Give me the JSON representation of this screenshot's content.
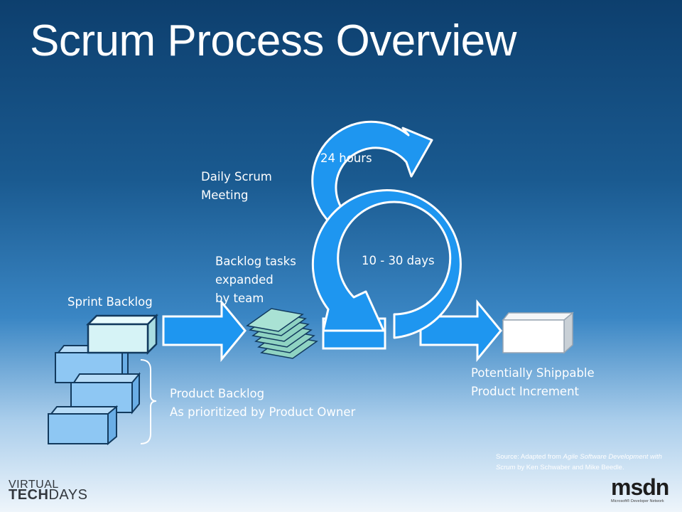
{
  "slide": {
    "title": "Scrum Process Overview"
  },
  "labels": {
    "daily_scrum": [
      "Daily Scrum",
      "Meeting"
    ],
    "twenty_four_hours": "24 hours",
    "ten_thirty_days": "10 - 30 days",
    "backlog_tasks": [
      "Backlog tasks",
      "expanded",
      "by team"
    ],
    "sprint_backlog": "Sprint Backlog",
    "product_backlog": [
      "Product Backlog",
      "As prioritized by Product Owner"
    ],
    "increment": [
      "Potentially Shippable",
      "Product Increment"
    ]
  },
  "source": {
    "prefix": "Source: Adapted from ",
    "book": "Agile Software Development with Scrum",
    "suffix": " by Ken Schwaber and Mike Beedle."
  },
  "logos": {
    "virtual_tech_days": [
      "VIRTUAL",
      "TECH",
      "DAYS"
    ],
    "msdn": "msdn",
    "msdn_subtitle": "Microsoft® Developer Network"
  },
  "colors": {
    "arrow_fill": "#1e96f0",
    "arrow_stroke": "#ffffff",
    "block_fill": "#8ec7f3",
    "sprint_block_fill": "#d6f3f6",
    "increment_fill": "#ffffff"
  }
}
